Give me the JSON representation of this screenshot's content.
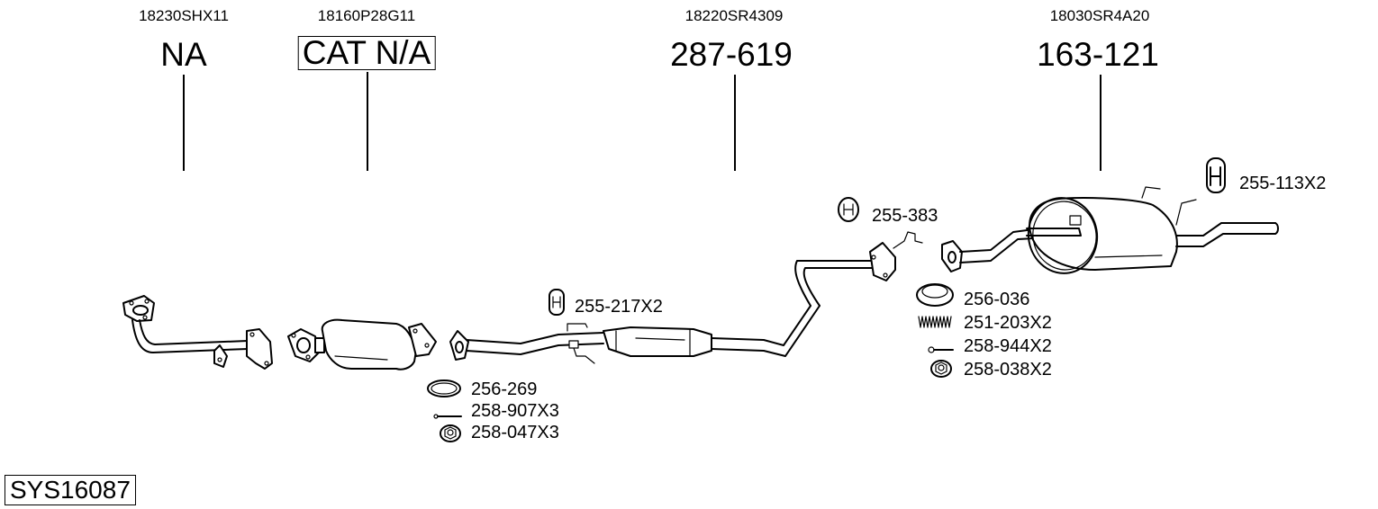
{
  "diagram": {
    "title_code": "SYS16087",
    "main_parts": [
      {
        "oe_number": "18230SHX11",
        "part_number": "NA",
        "boxed": false,
        "component": "front-pipe"
      },
      {
        "oe_number": "18160P28G11",
        "part_number": "CAT N/A",
        "boxed": true,
        "component": "catalytic-converter"
      },
      {
        "oe_number": "18220SR4309",
        "part_number": "287-619",
        "boxed": false,
        "component": "middle-silencer"
      },
      {
        "oe_number": "18030SR4A20",
        "part_number": "163-121",
        "boxed": false,
        "component": "rear-silencer"
      }
    ],
    "accessories": [
      {
        "part_number": "255-217X2",
        "icon": "rubber-hanger-icon"
      },
      {
        "part_number": "256-269",
        "icon": "gasket-ring-icon"
      },
      {
        "part_number": "258-907X3",
        "icon": "bolt-icon"
      },
      {
        "part_number": "258-047X3",
        "icon": "nut-icon"
      },
      {
        "part_number": "255-383",
        "icon": "rubber-hanger-icon"
      },
      {
        "part_number": "256-036",
        "icon": "sealing-ring-icon"
      },
      {
        "part_number": "251-203X2",
        "icon": "spring-icon"
      },
      {
        "part_number": "258-944X2",
        "icon": "bolt-icon"
      },
      {
        "part_number": "258-038X2",
        "icon": "nut-icon"
      },
      {
        "part_number": "255-113X2",
        "icon": "rubber-hanger-icon"
      }
    ]
  }
}
